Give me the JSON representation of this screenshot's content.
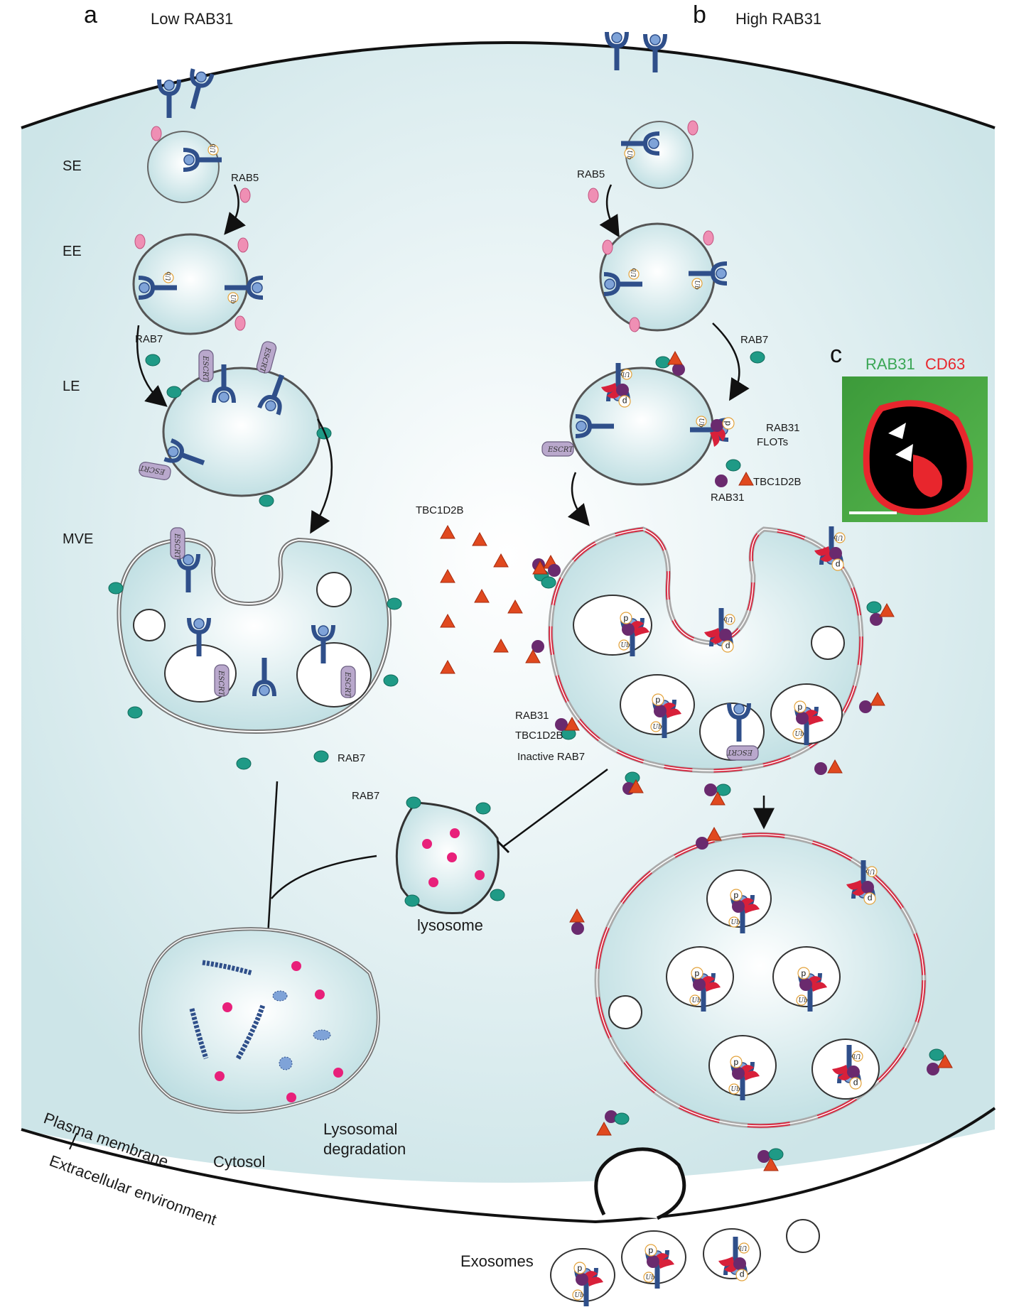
{
  "panels": {
    "a": {
      "letter": "a",
      "title": "Low RAB31"
    },
    "b": {
      "letter": "b",
      "title": "High RAB31"
    },
    "c": {
      "letter": "c",
      "legend_green": "RAB31",
      "legend_red": "CD63"
    }
  },
  "stages": {
    "se": "SE",
    "ee": "EE",
    "le": "LE",
    "mve": "MVE"
  },
  "labels": {
    "rab5_a": "RAB5",
    "rab7_a": "RAB7",
    "rab7_mve_a": "RAB7",
    "rab7_lys": "RAB7",
    "rab5_b": "RAB5",
    "rab7_b": "RAB7",
    "rab31_le": "RAB31",
    "flots": "FLOTs",
    "tbc1d2b_le": "TBC1D2B",
    "rab31_le2": "RAB31",
    "tbc1d2b_free": "TBC1D2B",
    "rab31_key": "RAB31",
    "tbc1d2b_key": "TBC1D2B",
    "inactive_rab7": "Inactive RAB7",
    "lysosome": "lysosome",
    "lysosomal_degradation": [
      "Lysosomal",
      "degradation"
    ],
    "cytosol": "Cytosol",
    "plasma_membrane": "Plasma membrane",
    "extracellular": "Extracellular environment",
    "exosomes": "Exosomes",
    "ub": "Ub",
    "p": "p",
    "escrt": "ESCRT"
  },
  "colors": {
    "cytosol": "#cfe7ea",
    "vesicle": "#d5ecef",
    "receptor": "#2f4f8a",
    "ligand": "#7fa3d8",
    "rab5": "#ef8fb4",
    "rab7": "#1f9a86",
    "rab31": "#6a2a6e",
    "tbc1d2b": "#e0491f",
    "flot": "#d8203a",
    "escrt": "#b9a8cc",
    "cargo": "#e8207a"
  }
}
